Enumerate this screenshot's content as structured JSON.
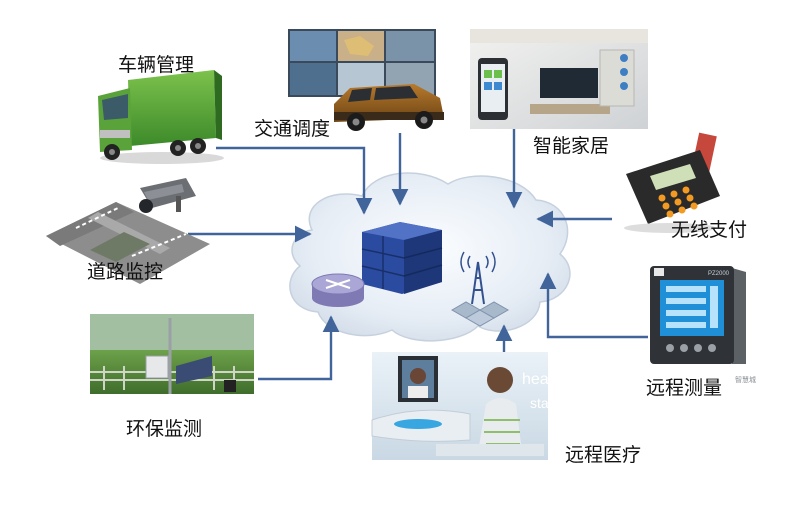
{
  "labels": {
    "vehicle": "车辆管理",
    "traffic": "交通调度",
    "home": "智能家居",
    "payment": "无线支付",
    "road": "道路监控",
    "measure": "远程测量",
    "environment": "环保监测",
    "medical": "远程医疗"
  },
  "image_text": {
    "screen_word_1": "heal",
    "screen_word_2": "sta",
    "meter_brand": "PZ2000"
  },
  "watermark": "智慧城",
  "colors": {
    "arrow": "#41649a",
    "cloud": "#e9eff6",
    "server": "#27479a",
    "router": "#9a95c8"
  }
}
